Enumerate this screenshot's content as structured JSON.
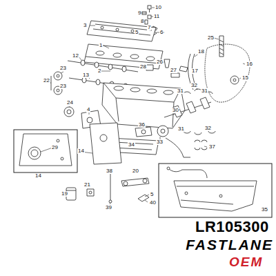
{
  "diagram": {
    "labels": [
      "10",
      "9",
      "11",
      "8",
      "3",
      "7",
      "5",
      "6",
      "25",
      "1",
      "18",
      "12",
      "26",
      "16",
      "23",
      "28",
      "2",
      "27",
      "17",
      "13",
      "15",
      "22",
      "23",
      "32",
      "31",
      "31",
      "24",
      "4",
      "30",
      "36",
      "31",
      "32",
      "33",
      "34",
      "37",
      "29",
      "14",
      "38",
      "20",
      "14",
      "21",
      "19",
      "5",
      "39",
      "40",
      "35",
      "LR105300",
      "FASTLANE",
      "OEM"
    ]
  }
}
